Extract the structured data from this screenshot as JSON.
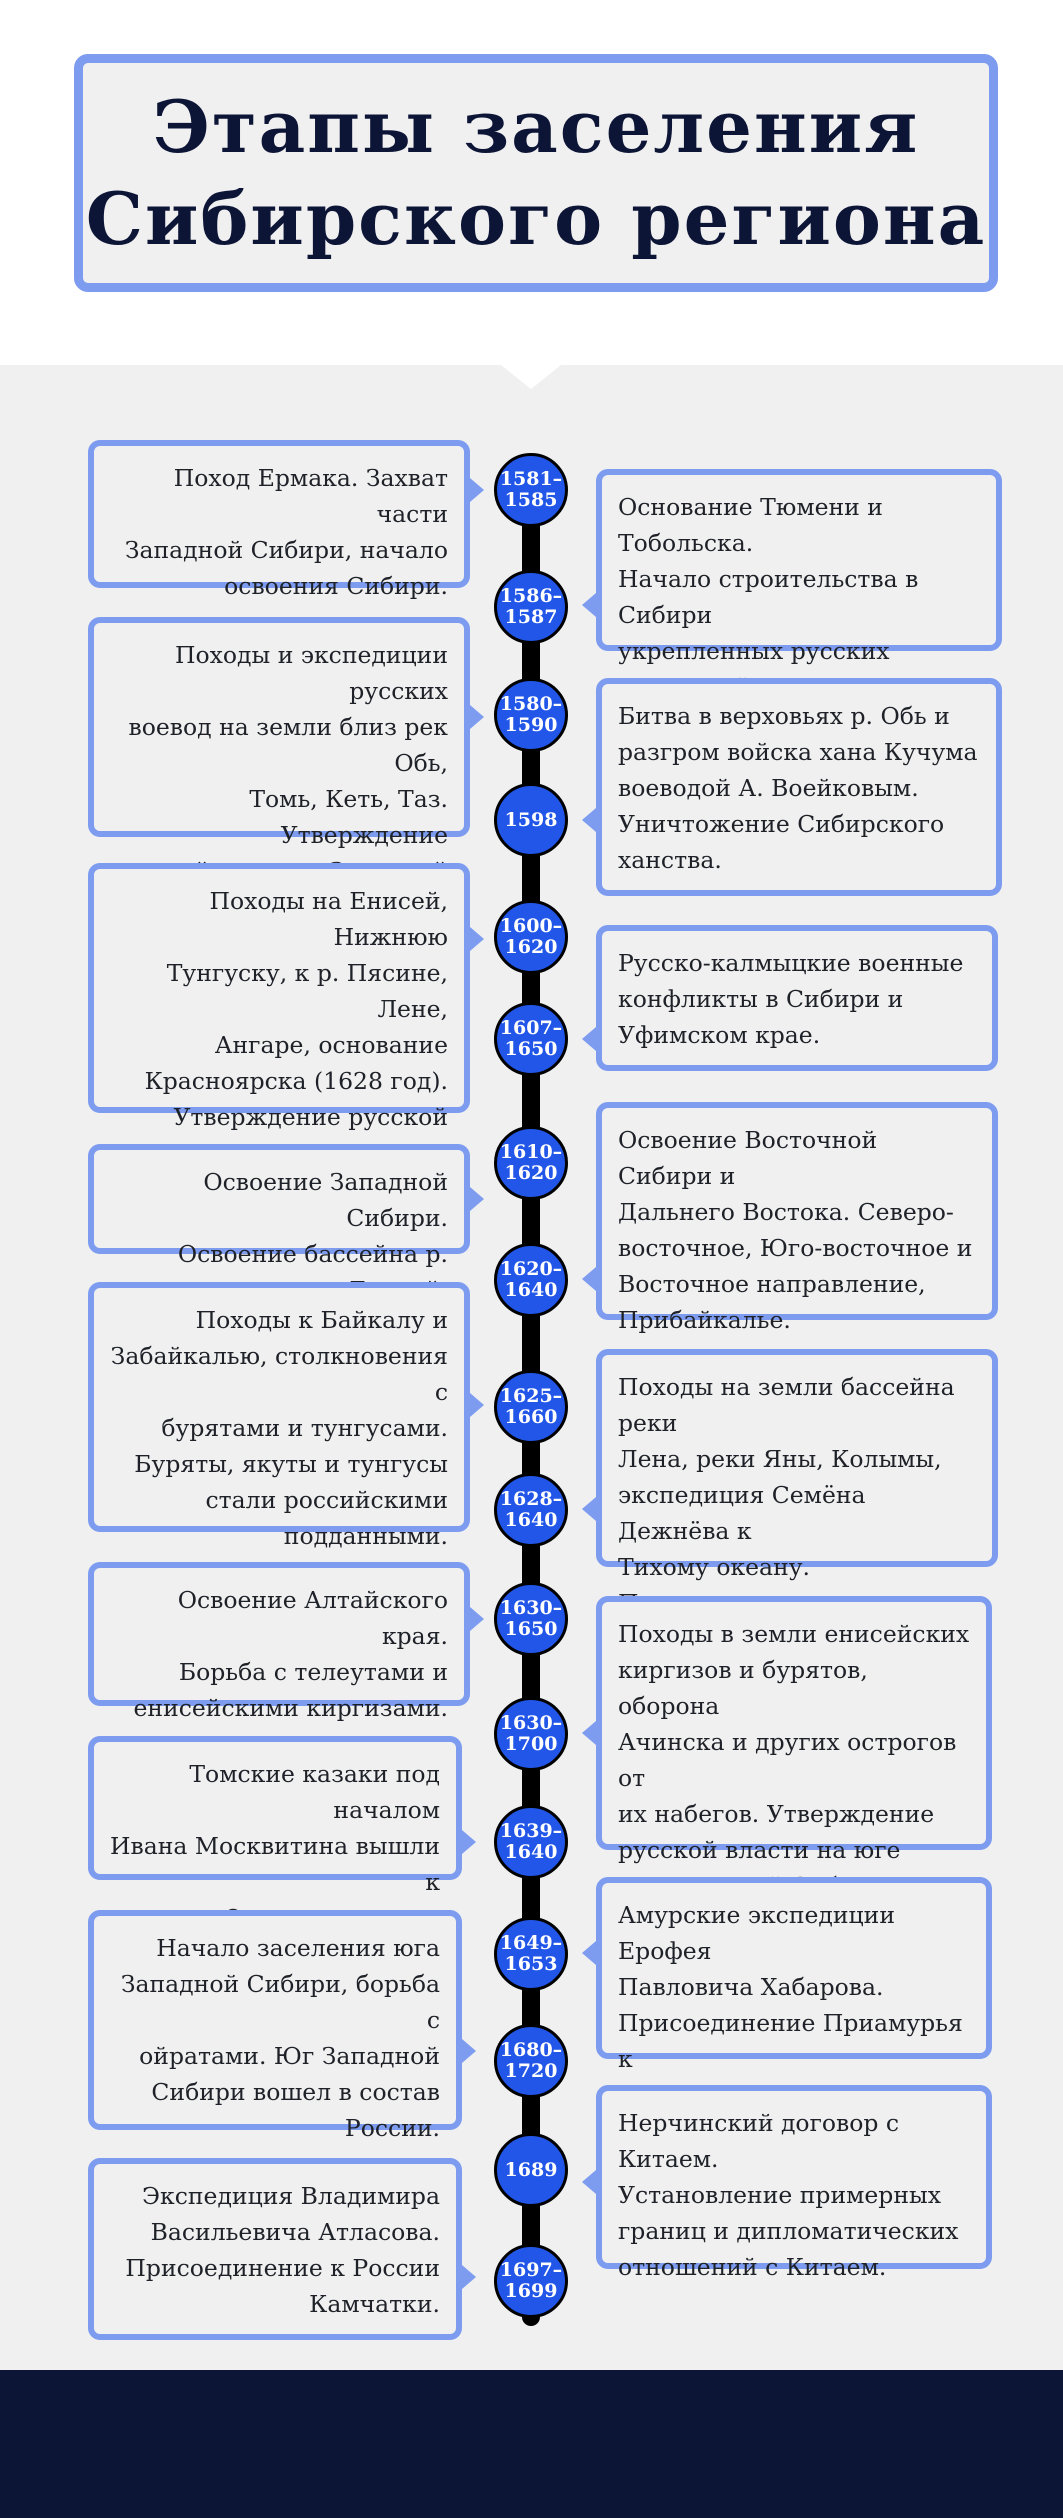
{
  "title": "Этапы заселения\nСибирского региона",
  "dates": [
    "1581–\n1585",
    "1586–\n1587",
    "1580–\n1590",
    "1598",
    "1600–\n1620",
    "1607–\n1650",
    "1610–\n1620",
    "1620–\n1640",
    "1625–\n1660",
    "1628–\n1640",
    "1630–\n1650",
    "1630–\n1700",
    "1639–\n1640",
    "1649–\n1653",
    "1680–\n1720",
    "1689",
    "1697–\n1699"
  ],
  "left_events": [
    "Поход Ермака. Захват части\nЗападной Сибири, начало\nосвоения Сибири.",
    "Походы и экспедиции русских\nвоевод на земли близ рек Обь,\nТомь, Кеть, Таз. Утверждение\nрусской власти в Западной\nСибири.",
    "Походы на Енисей, Нижнюю\nТунгуску, к р. Пясине, Лене,\nАнгаре, основание\nКрасноярска (1628 год).\nУтверждение русской власти в\nЦентральной Сибири.",
    "Освоение Западной Сибири.\nОсвоение бассейна р. Енисей.",
    "Походы к Байкалу и\nЗабайкалью, столкновения с\nбурятами и тунгусами.\nБуряты, якуты и тунгусы\nстали российскими\nподданными.",
    "Освоение Алтайского края.\nБорьба с телеутами и\nенисейскими киргизами.",
    "Томские казаки под началом\nИвана Москвитина вышли к\nОхотскому морю.",
    "Начало заселения юга\nЗападной Сибири, борьба с\nойратами. Юг Западной\nСибири вошел в состав\nРоссии.",
    "Экспедиция Владимира\nВасильевича Атласова.\nПрисоединение к России\nКамчатки."
  ],
  "right_events": [
    "Основание Тюмени и Тобольска.\nНачало строительства в Сибири\nукрепленных русских\nпоселений.",
    "Битва в верховьях р. Обь и\nразгром войска хана Кучума\nвоеводой А. Воейковым.\nУничтожение Сибирского\nханства.",
    "Русско-калмыцкие военные\nконфликты в Сибири и\nУфимском крае.",
    "Освоение Восточной Сибири и\nДальнего Востока. Северо-\nвосточное, Юго-восточное и\nВосточное направление,\nПрибайкалье.",
    "Походы на земли бассейна реки\nЛена, реки Яны, Колымы,\nэкспедиция Семёна Дежнёва к\nТихому океану. Присоединение\nВосточной Сибири.",
    "Походы в земли енисейских\nкиргизов и бурятов, оборона\nАчинска и других острогов от\nих набегов. Утверждение\nрусской власти на юге\nЦентральной Сибири.",
    "Амурские экспедиции Ерофея\nПавловича Хабарова.\nПрисоединение Приамурья к\nРоссии, основание Хабаровска.",
    "Нерчинский договор с Китаем.\nУстановление примерных\nграниц и дипломатических\nотношений с Китаем."
  ],
  "colors": {
    "accent": "#7d9cf0",
    "dot": "#2156e8",
    "title_text": "#0d1537",
    "panel_bg": "#f0f0f0",
    "footer": "#0d1537"
  }
}
